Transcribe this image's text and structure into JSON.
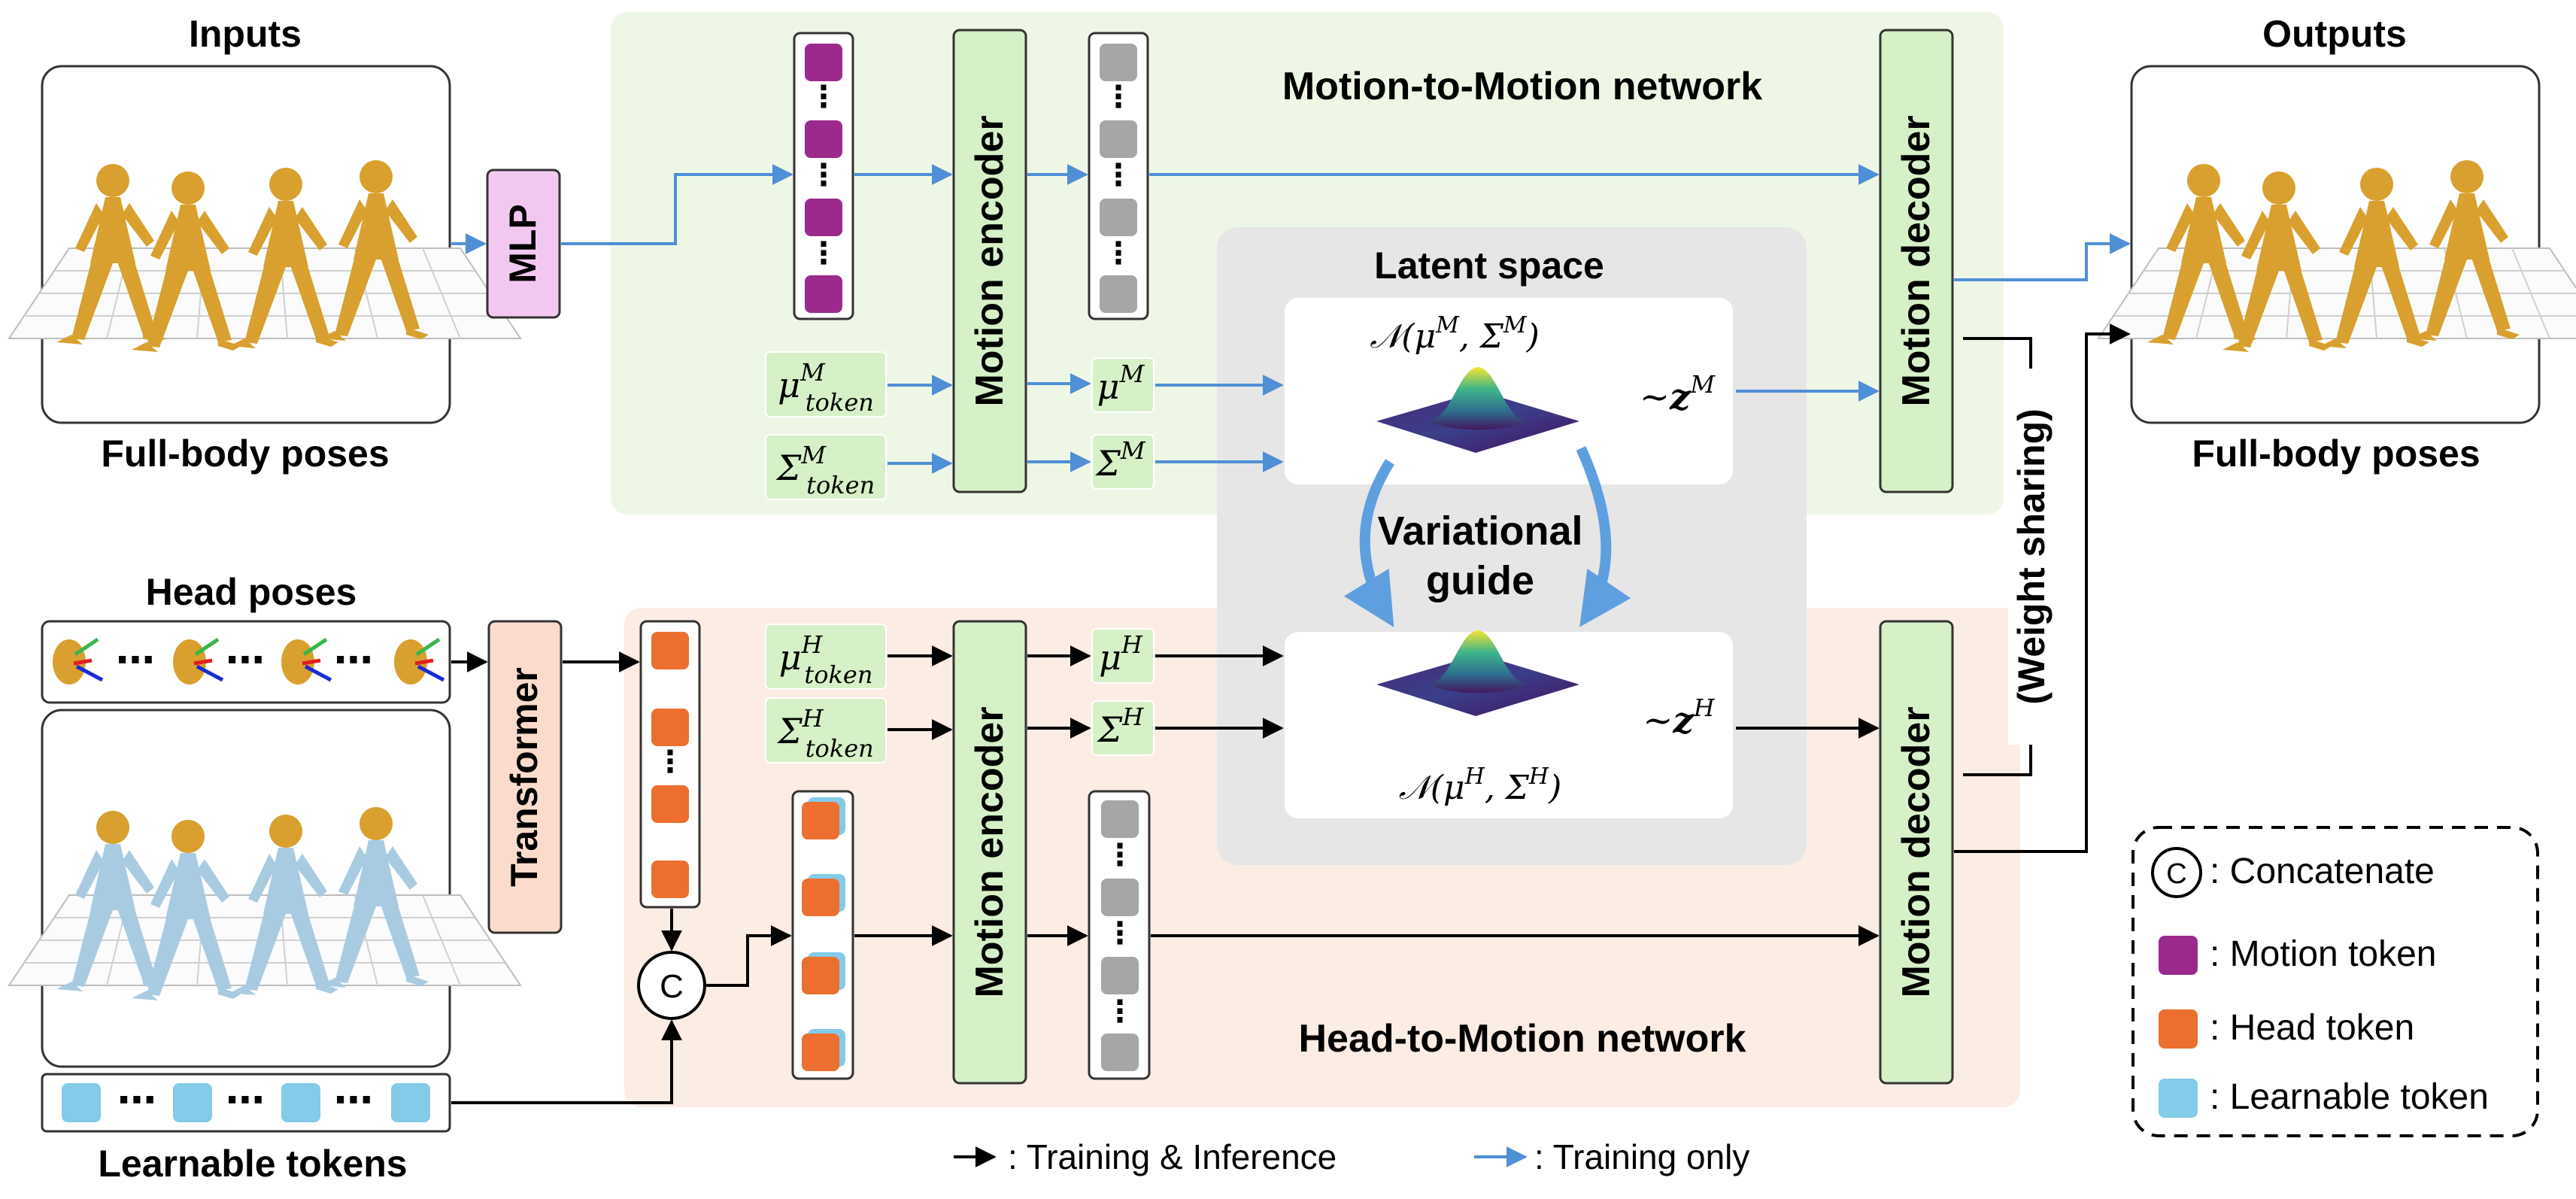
{
  "inputs": {
    "title": "Inputs",
    "fullbody_caption": "Full-body poses",
    "head_poses_title": "Head poses",
    "learnable_tokens_caption": "Learnable tokens"
  },
  "outputs": {
    "title": "Outputs",
    "fullbody_caption": "Full-body poses"
  },
  "modules": {
    "mlp": "MLP",
    "transformer": "Transformer",
    "motion_encoder": "Motion encoder",
    "motion_decoder": "Motion decoder",
    "concat_symbol": "C",
    "ellipsis": "⋯"
  },
  "networks": {
    "m2m_title": "Motion-to-Motion network",
    "h2m_title": "Head-to-Motion network",
    "weight_sharing": "(Weight sharing)"
  },
  "latent": {
    "title": "Latent space",
    "variational": "Variational",
    "guide": "guide",
    "gaussian_motion": "𝒩(μᴹ, Σᴹ)",
    "gaussian_head": "𝒩(μᴴ, Σᴴ)",
    "z_motion": "~zᴹ",
    "z_head": "~zᴴ"
  },
  "params": {
    "mu_token_m": "μᴹ token",
    "sigma_token_m": "Σᴹ token",
    "mu_m": "μᴹ",
    "sigma_m": "Σᴹ",
    "mu_token_h": "μᴴ token",
    "sigma_token_h": "Σᴴ token",
    "mu_h": "μᴴ",
    "sigma_h": "Σᴴ"
  },
  "legend": {
    "concatenate": ": Concatenate",
    "motion_token": ": Motion token",
    "head_token": ": Head token",
    "learnable_token": ": Learnable token",
    "train_infer": ": Training & Inference",
    "train_only": ": Training only"
  },
  "colors": {
    "motion_token": "#9b2a8c",
    "head_token": "#ec6f2f",
    "learnable_token": "#83cbe8",
    "gray_token": "#a6a6a6",
    "m2m_bg": "#eef7e5",
    "h2m_bg": "#fbece4",
    "latent_bg": "#e6e6e6",
    "module_fill": "#d6f0c8",
    "mlp_fill": "#f3c8f0",
    "transformer_fill": "#fbdccc",
    "blue_arrow": "#4f8fd6",
    "gold_body": "#d9a02f",
    "blue_body": "#a9cbe2"
  }
}
